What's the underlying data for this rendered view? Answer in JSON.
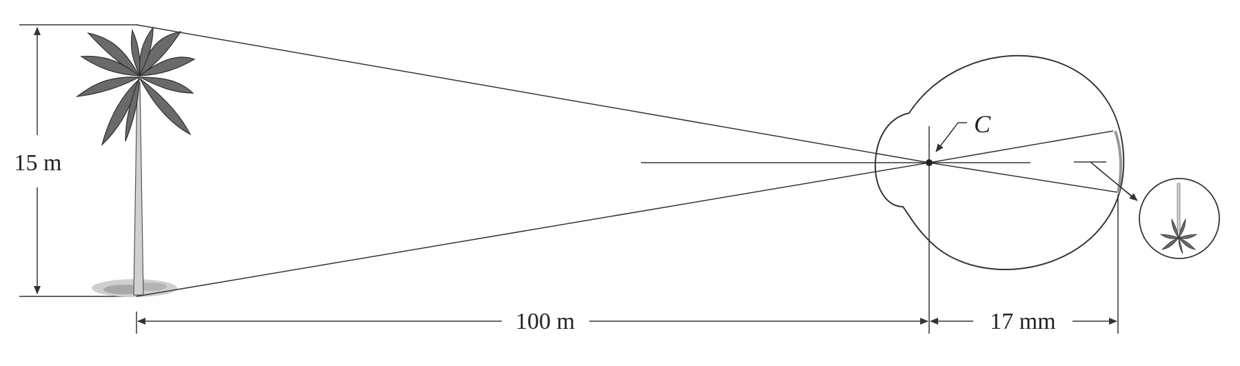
{
  "labels": {
    "height": "15 m",
    "object_distance": "100 m",
    "image_distance": "17 mm",
    "center_point": "C"
  }
}
